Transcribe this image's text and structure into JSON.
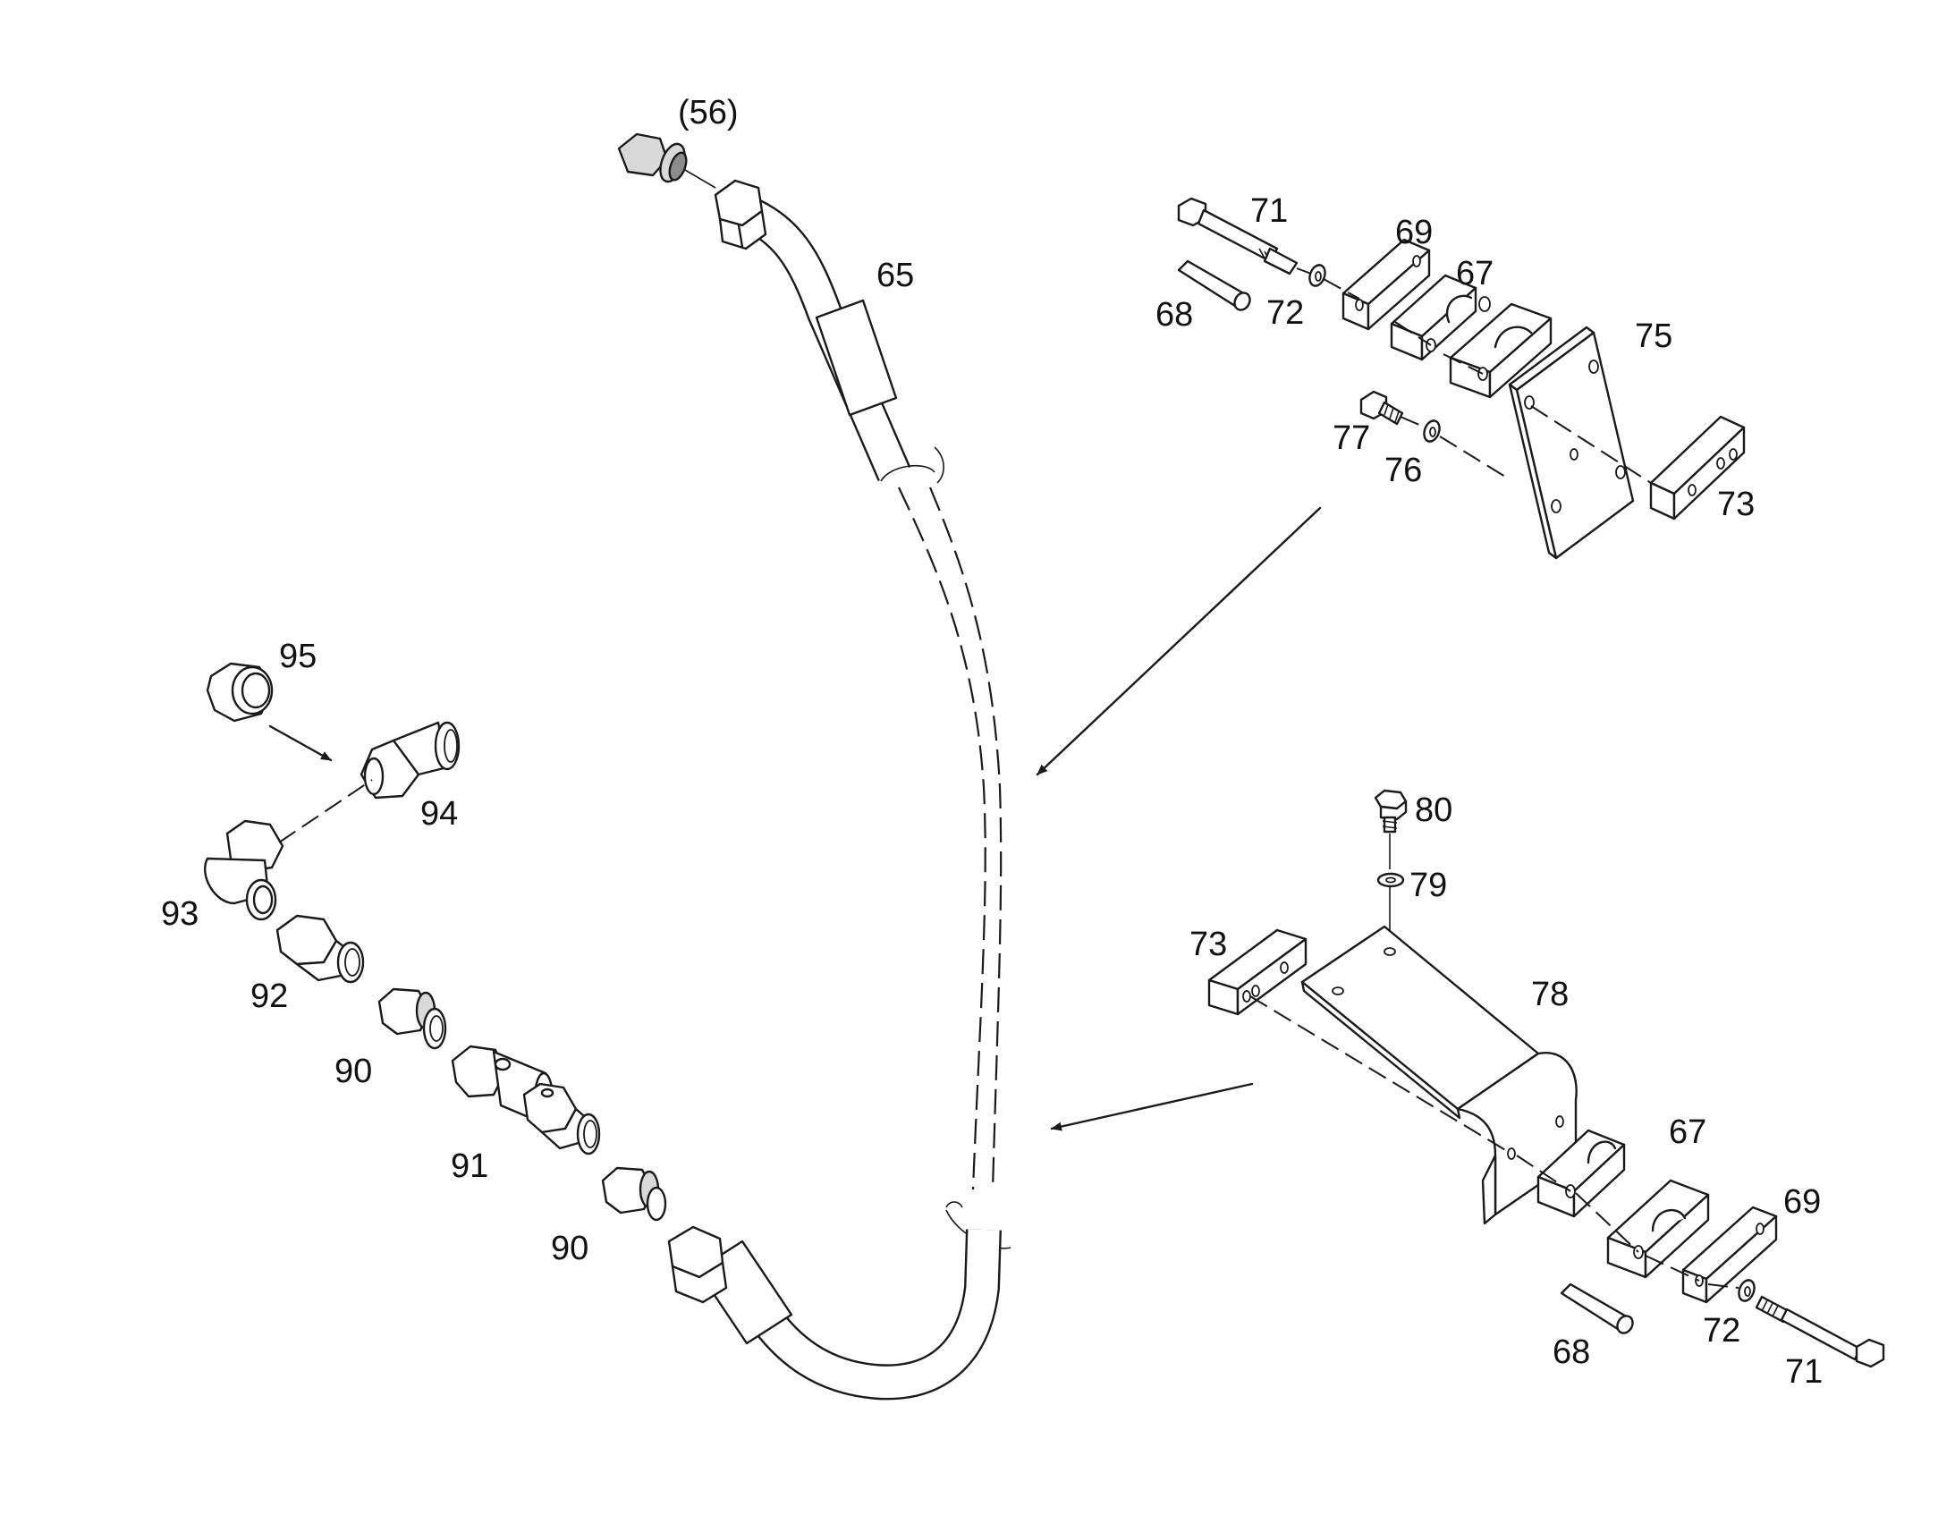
{
  "diagram": {
    "labels": {
      "p56": "(56)",
      "p65": "65",
      "p67a": "67",
      "p67b": "67",
      "p68a": "68",
      "p68b": "68",
      "p69a": "69",
      "p69b": "69",
      "p71a": "71",
      "p71b": "71",
      "p72a": "72",
      "p72b": "72",
      "p73a": "73",
      "p73b": "73",
      "p75": "75",
      "p76": "76",
      "p77": "77",
      "p78": "78",
      "p79": "79",
      "p80": "80",
      "p90a": "90",
      "p90b": "90",
      "p91": "91",
      "p92": "92",
      "p93": "93",
      "p94": "94",
      "p95": "95"
    }
  }
}
